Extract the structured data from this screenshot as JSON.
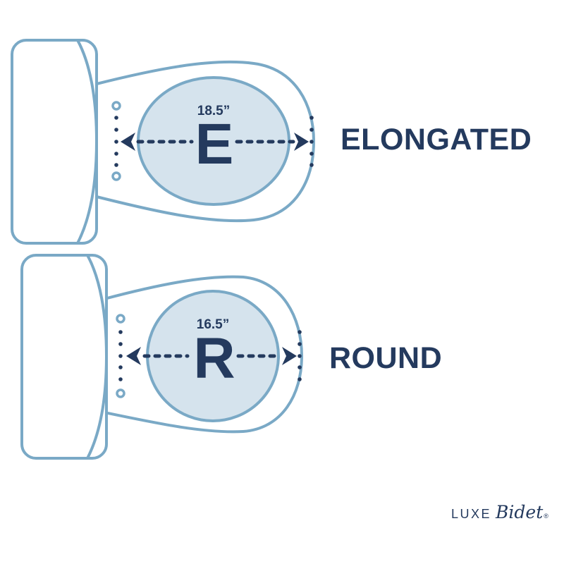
{
  "title": "Toilet Bowl Shape Comparison",
  "colors": {
    "navy": "#243a5e",
    "outline_blue": "#7aa9c6",
    "bowl_fill": "#d5e3ed",
    "background": "#ffffff"
  },
  "figures": [
    {
      "id": "elongated",
      "letter": "E",
      "measurement": "18.5”",
      "label": "ELONGATED",
      "icons": [
        "toilet-tank-icon",
        "toilet-bowl-icon",
        "mounting-hole-icon",
        "double-arrow-dimension-icon"
      ]
    },
    {
      "id": "round",
      "letter": "R",
      "measurement": "16.5”",
      "label": "ROUND",
      "icons": [
        "toilet-tank-icon",
        "toilet-bowl-icon",
        "mounting-hole-icon",
        "double-arrow-dimension-icon"
      ]
    }
  ],
  "brand": {
    "word1": "LUXE",
    "word2": "Bidet",
    "registered": "®"
  }
}
